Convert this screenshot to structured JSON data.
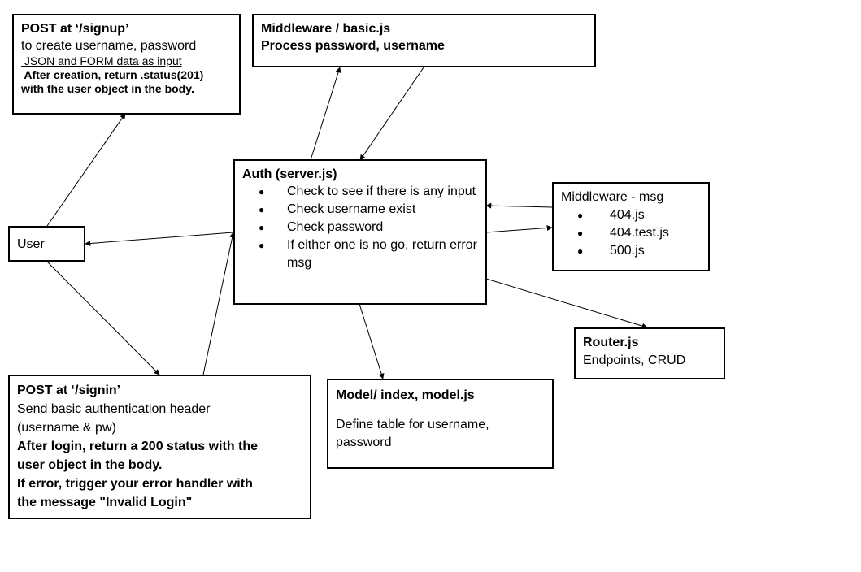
{
  "signup": {
    "title": "POST at ‘/signup’",
    "line1": "to create username, password",
    "line2": " JSON and FORM data as input",
    "line3": " After creation, return .status(201)",
    "line4": "with the user object in the body."
  },
  "basic": {
    "line1": "Middleware / basic.js",
    "line2": "Process password, username"
  },
  "auth": {
    "title": "Auth (server.js)",
    "items": [
      "Check to see if there is any input",
      "Check username exist",
      "Check password",
      "If either one is no go, return error msg"
    ]
  },
  "msg": {
    "title": "Middleware - msg",
    "items": [
      "404.js",
      "404.test.js",
      "500.js"
    ]
  },
  "user": {
    "label": "User"
  },
  "signin": {
    "title": "POST at ‘/signin’",
    "line1": "Send basic authentication header",
    "line2": "(username & pw)",
    "line3": "After login, return a 200 status with the",
    "line4": "user object in the body.",
    "line5": "If error, trigger your error handler with",
    "line6": "the message \"Invalid Login\""
  },
  "router": {
    "title": "Router.js",
    "line1": "Endpoints, CRUD"
  },
  "model": {
    "title": "Model/ index, model.js",
    "line1": "Define table for username,",
    "line2": "password"
  }
}
